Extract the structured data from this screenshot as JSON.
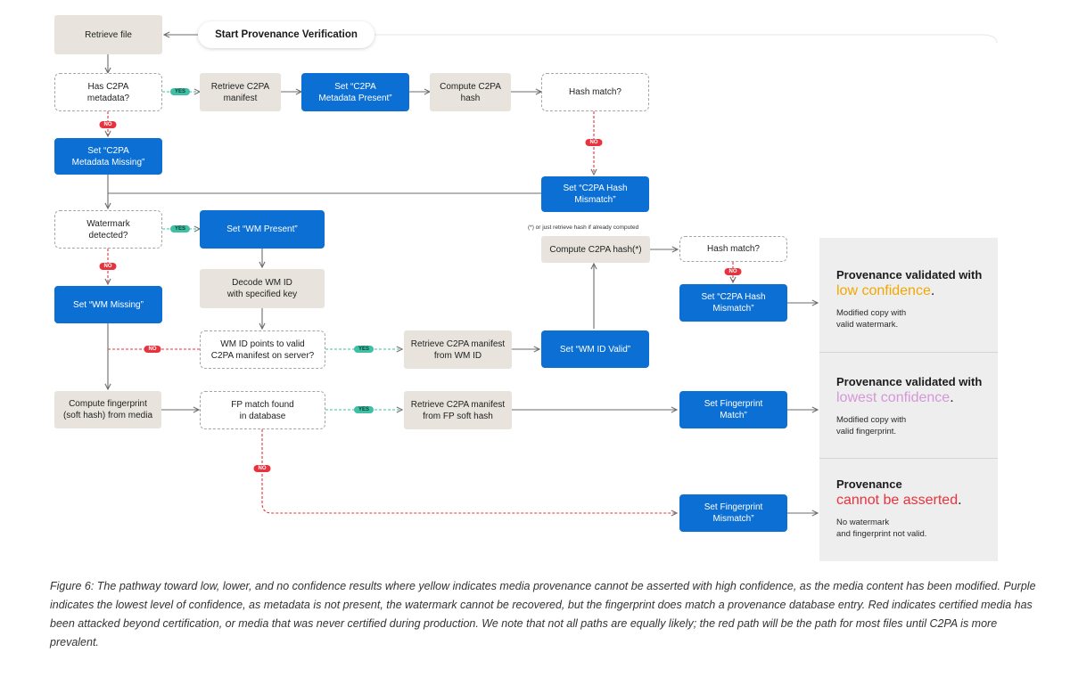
{
  "start": "Start Provenance Verification",
  "nodes": {
    "retrieve_file": "Retrieve file",
    "has_c2pa": "Has C2PA\nmetadata?",
    "retrieve_manifest": "Retrieve C2PA\nmanifest",
    "set_metadata_present": "Set “C2PA\nMetadata Present”",
    "compute_hash": "Compute C2PA\nhash",
    "hash_match_1": "Hash match?",
    "set_metadata_missing": "Set “C2PA\nMetadata Missing”",
    "set_hash_mismatch_1": "Set “C2PA Hash\nMismatch”",
    "watermark_detected": "Watermark\ndetected?",
    "set_wm_present": "Set “WM Present”",
    "set_wm_missing": "Set “WM Missing”",
    "decode_wm": "Decode WM ID\nwith specified key",
    "wm_points_valid": "WM ID points to valid\nC2PA manifest on server?",
    "retrieve_from_wm": "Retrieve C2PA manifest\nfrom WM ID",
    "set_wm_valid": "Set “WM ID Valid”",
    "compute_hash_star": "Compute C2PA hash(*)",
    "hash_match_2": "Hash match?",
    "set_hash_mismatch_2": "Set “C2PA Hash\nMismatch”",
    "compute_fingerprint": "Compute fingerprint\n(soft hash) from media",
    "fp_match": "FP match found\nin database",
    "retrieve_from_fp": "Retrieve C2PA manifest\nfrom FP soft hash",
    "set_fp_match": "Set Fingerprint\nMatch”",
    "set_fp_mismatch": "Set Fingerprint\nMismatch”"
  },
  "labels": {
    "yes": "YES",
    "no": "NO"
  },
  "note": "(*) or just retrieve hash if already computed",
  "results": [
    {
      "title": "Provenance validated with",
      "level": "low confidence",
      "punct": ".",
      "color": "#f2a800",
      "desc": "Modified copy with\nvalid watermark."
    },
    {
      "title": "Provenance validated with",
      "level": "lowest confidence",
      "punct": ".",
      "color": "#d597d8",
      "desc": "Modified copy with\nvalid fingerprint."
    },
    {
      "title": "Provenance",
      "level": "cannot be asserted",
      "punct": ".",
      "color": "#e8333f",
      "desc": "No watermark\nand fingerprint not valid."
    }
  ],
  "caption": "Figure 6: The pathway toward low, lower, and no confidence results where yellow indicates media provenance cannot be asserted with high confidence, as the media content has been modified. Purple indicates the lowest level of confidence, as metadata is not present, the watermark cannot be recovered, but the fingerprint does match a provenance database entry. Red indicates certified media has been attacked beyond certification, or media that was never certified during production. We note that not all paths are equally likely; the red path will be the path for most files until C2PA is more prevalent.",
  "colors": {
    "blue": "#0b6fd4",
    "action": "#e8e4dd",
    "yes": "#3fbfa3",
    "no": "#e8333f"
  }
}
